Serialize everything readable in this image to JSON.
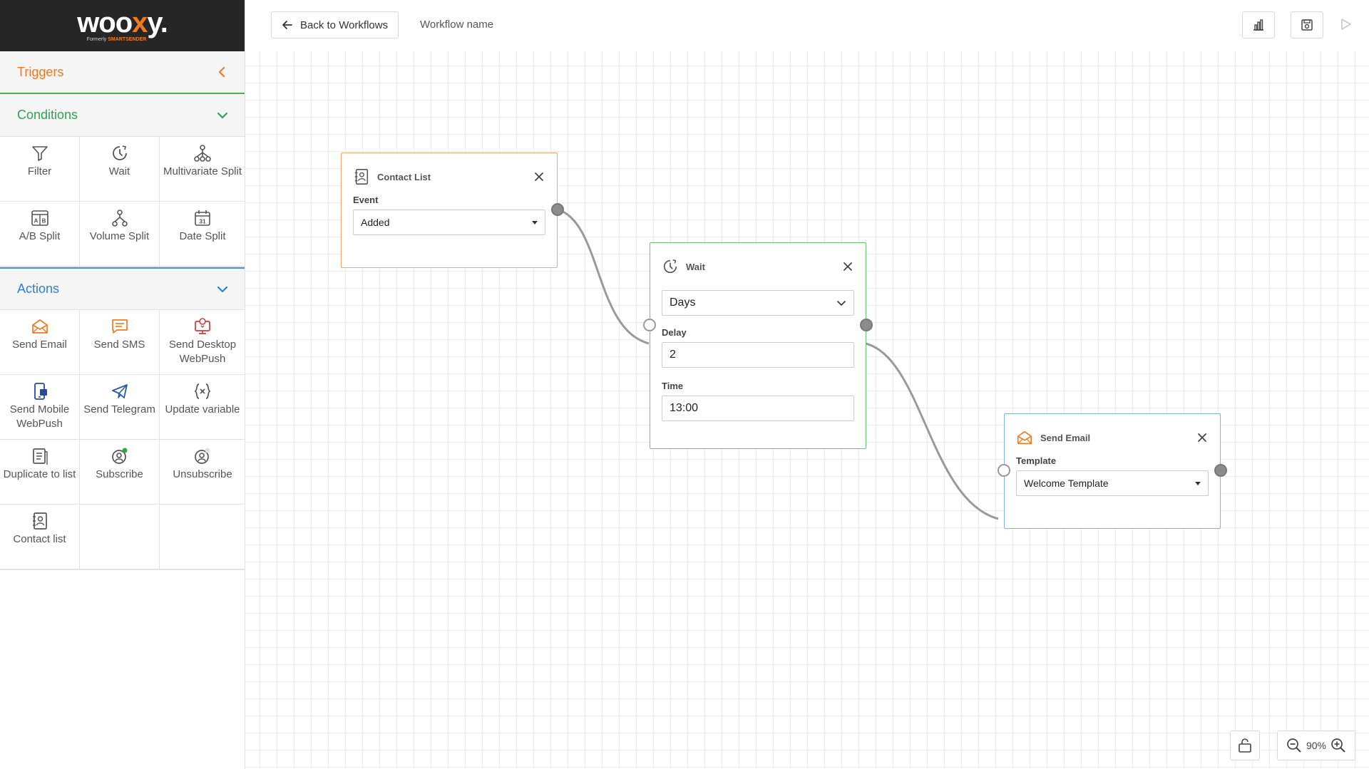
{
  "app": {
    "logo": "wooxy.",
    "logo_sub_prefix": "Formerly",
    "logo_sub_brand": "SMARTSENDER"
  },
  "sidebar": {
    "triggers_label": "Triggers",
    "conditions_label": "Conditions",
    "conditions": [
      {
        "label": "Filter",
        "icon": "filter-icon"
      },
      {
        "label": "Wait",
        "icon": "clock-icon"
      },
      {
        "label": "Multivariate Split",
        "icon": "split-icon"
      },
      {
        "label": "A/B Split",
        "icon": "ab-icon"
      },
      {
        "label": "Volume Split",
        "icon": "volume-split-icon"
      },
      {
        "label": "Date Split",
        "icon": "calendar-icon"
      }
    ],
    "calendar_day": "31",
    "actions_label": "Actions",
    "actions": [
      {
        "label": "Send Email",
        "icon": "email-icon"
      },
      {
        "label": "Send SMS",
        "icon": "sms-icon"
      },
      {
        "label": "Send Desktop WebPush",
        "icon": "desktop-push-icon"
      },
      {
        "label": "Send Mobile WebPush",
        "icon": "mobile-push-icon"
      },
      {
        "label": "Send Telegram",
        "icon": "telegram-icon"
      },
      {
        "label": "Update variable",
        "icon": "variable-icon"
      },
      {
        "label": "Duplicate to list",
        "icon": "duplicate-icon"
      },
      {
        "label": "Subscribe",
        "icon": "subscribe-icon"
      },
      {
        "label": "Unsubscribe",
        "icon": "unsubscribe-icon"
      },
      {
        "label": "Contact list",
        "icon": "contact-list-icon"
      }
    ]
  },
  "topbar": {
    "back_label": "Back to Workflows",
    "workflow_name": "Workflow name"
  },
  "nodes": {
    "contact_list": {
      "title": "Contact List",
      "event_label": "Event",
      "event_value": "Added"
    },
    "wait": {
      "title": "Wait",
      "unit_value": "Days",
      "delay_label": "Delay",
      "delay_value": "2",
      "time_label": "Time",
      "time_value": "13:00"
    },
    "send_email": {
      "title": "Send Email",
      "template_label": "Template",
      "template_value": "Welcome Template"
    }
  },
  "zoom": {
    "level": "90%"
  },
  "colors": {
    "trigger_accent": "#f07a1f",
    "condition_accent": "#2ea44f",
    "action_accent": "#2f7fd6",
    "logo_bar": "#262626"
  }
}
